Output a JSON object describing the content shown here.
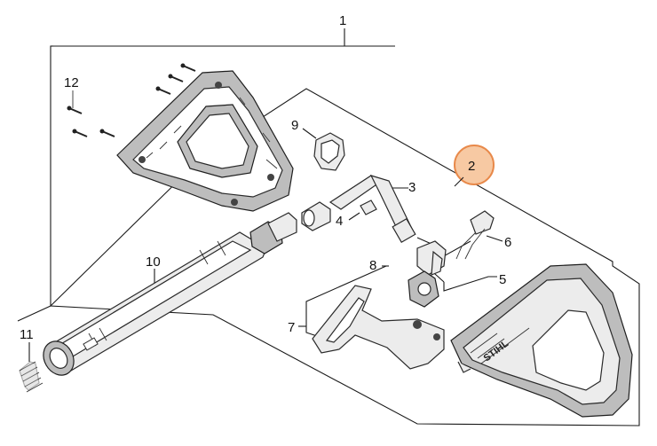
{
  "diagram": {
    "callouts": [
      {
        "id": "1",
        "text": "1"
      },
      {
        "id": "2",
        "text": "2",
        "highlighted": true
      },
      {
        "id": "3",
        "text": "3"
      },
      {
        "id": "4",
        "text": "4"
      },
      {
        "id": "5",
        "text": "5"
      },
      {
        "id": "6",
        "text": "6"
      },
      {
        "id": "7",
        "text": "7"
      },
      {
        "id": "8",
        "text": "8"
      },
      {
        "id": "9",
        "text": "9"
      },
      {
        "id": "10",
        "text": "10"
      },
      {
        "id": "11",
        "text": "11"
      },
      {
        "id": "12",
        "text": "12"
      }
    ],
    "highlight_color": "#f7c9a3",
    "highlight_stroke": "#e8894a",
    "handle_marking": "STIHL"
  }
}
